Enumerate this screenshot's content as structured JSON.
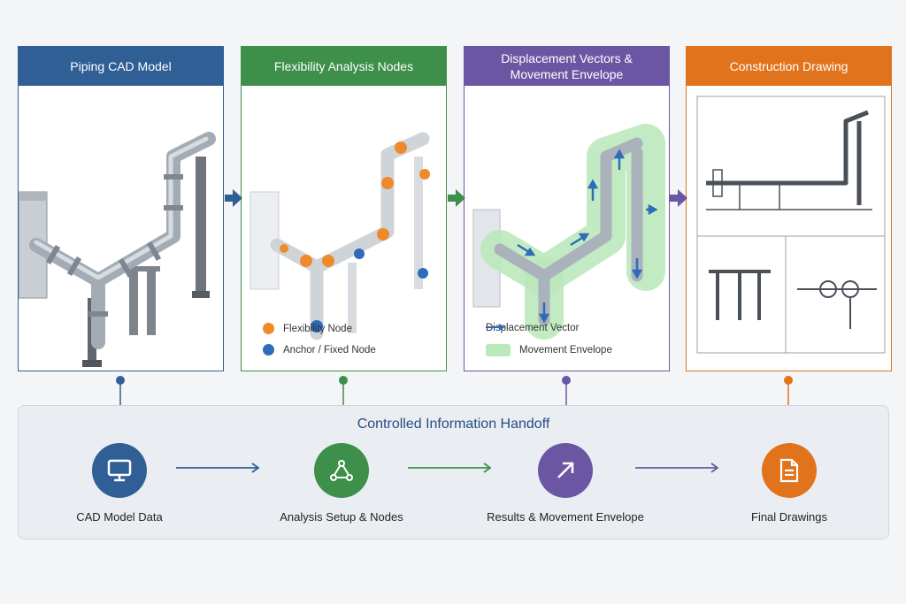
{
  "panels": [
    {
      "title": "Piping CAD Model",
      "color": "#2f5f95"
    },
    {
      "title": "Flexibility Analysis Nodes",
      "color": "#3d8f4a"
    },
    {
      "title": "Displacement Vectors &\nMovement Envelope",
      "color": "#6b56a3"
    },
    {
      "title": "Construction Drawing",
      "color": "#e0731c"
    }
  ],
  "legend_nodes": {
    "flexibility": "Flexibility Node",
    "anchor": "Anchor / Fixed Node"
  },
  "legend_displacement": {
    "vector": "Displacement Vector",
    "envelope": "Movement Envelope"
  },
  "handoff": {
    "title": "Controlled Information Handoff",
    "steps": [
      {
        "label": "CAD Model Data",
        "icon": "monitor-icon",
        "color": "#2f5f95"
      },
      {
        "label": "Analysis Setup & Nodes",
        "icon": "network-icon",
        "color": "#3d8f4a"
      },
      {
        "label": "Results & Movement Envelope",
        "icon": "arrow-up-right-icon",
        "color": "#6b56a3"
      },
      {
        "label": "Final Drawings",
        "icon": "document-icon",
        "color": "#e0731c"
      }
    ]
  },
  "colors": {
    "orange_node": "#ef8a2b",
    "blue_node": "#2e6bb8",
    "envelope": "#b9e8b9",
    "pipe": "#9aa3ad"
  }
}
